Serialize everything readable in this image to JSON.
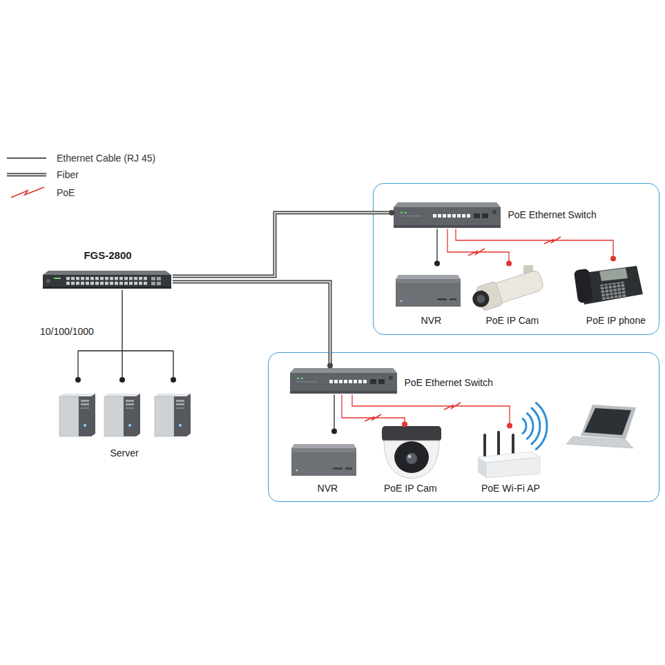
{
  "diagram": {
    "nodes": [
      {
        "text": [
          "FGS-2800"
        ]
      },
      {
        "text": [
          "Server"
        ]
      },
      {
        "text": []
      },
      {
        "text": [
          "PoE Ethernet Switch"
        ],
        "in": 2
      },
      {
        "text": [
          "NVR"
        ],
        "in": 2
      },
      {
        "text": [
          "PoE IP Cam"
        ],
        "in": 2
      },
      {
        "text": [
          "PoE IP phone"
        ],
        "in": 2
      },
      {
        "text": []
      },
      {
        "text": [
          "PoE Ethernet Switch"
        ],
        "in": 7
      },
      {
        "text": [
          "NVR"
        ],
        "in": 7
      },
      {
        "text": [
          "PoE IP Cam"
        ],
        "in": 7
      },
      {
        "text": [
          "PoE Wi-Fi AP"
        ],
        "in": 7
      }
    ],
    "edges": [
      {
        "from": 0,
        "to": 1,
        "arrow": "none",
        "label": "10/100/1000"
      },
      {
        "from": 0,
        "to": 3,
        "arrow": "none"
      },
      {
        "from": 0,
        "to": 8,
        "arrow": "none"
      },
      {
        "from": 3,
        "to": 4,
        "arrow": "none"
      },
      {
        "from": 3,
        "to": 5,
        "arrow": "none"
      },
      {
        "from": 3,
        "to": 6,
        "arrow": "none"
      },
      {
        "from": 8,
        "to": 9,
        "arrow": "none"
      },
      {
        "from": 8,
        "to": 10,
        "arrow": "none"
      },
      {
        "from": 8,
        "to": 11,
        "arrow": "none"
      }
    ],
    "legend": [
      {
        "text": "Ethernet Cable (RJ 45)"
      },
      {
        "text": "Fiber"
      },
      {
        "text": "PoE"
      }
    ]
  }
}
